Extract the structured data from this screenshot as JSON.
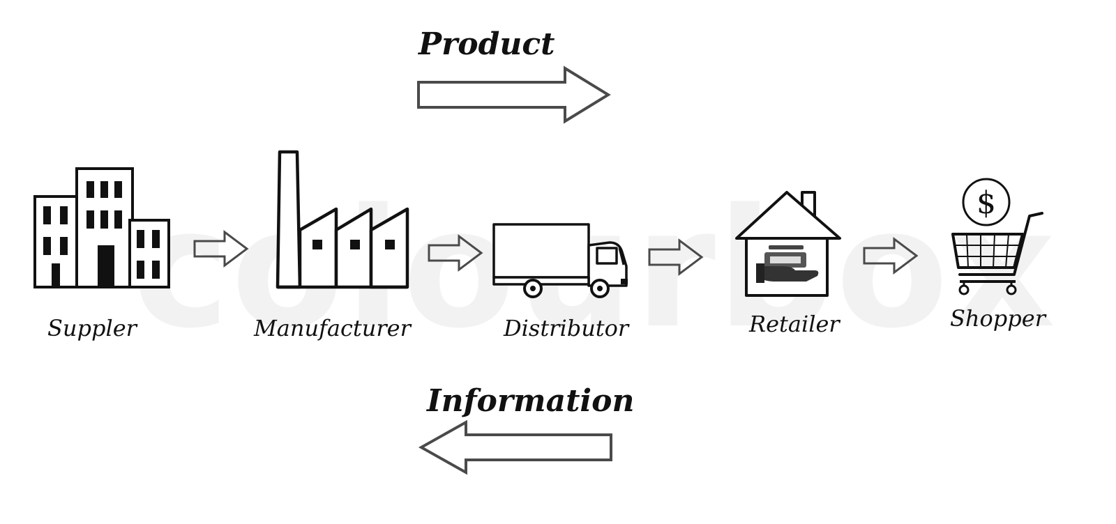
{
  "flows": {
    "product_label": "Product",
    "information_label": "Information"
  },
  "stages": [
    {
      "label": "Suppler",
      "icon": "office-building-icon"
    },
    {
      "label": "Manufacturer",
      "icon": "factory-icon"
    },
    {
      "label": "Distributor",
      "icon": "delivery-truck-icon"
    },
    {
      "label": "Retailer",
      "icon": "house-with-hand-icon"
    },
    {
      "label": "Shopper",
      "icon": "shopping-cart-dollar-icon"
    }
  ],
  "watermark": "colourbox",
  "colors": {
    "ink": "#111111",
    "arrow_stroke": "#4a4a4a",
    "watermark": "#f2f2f2"
  }
}
